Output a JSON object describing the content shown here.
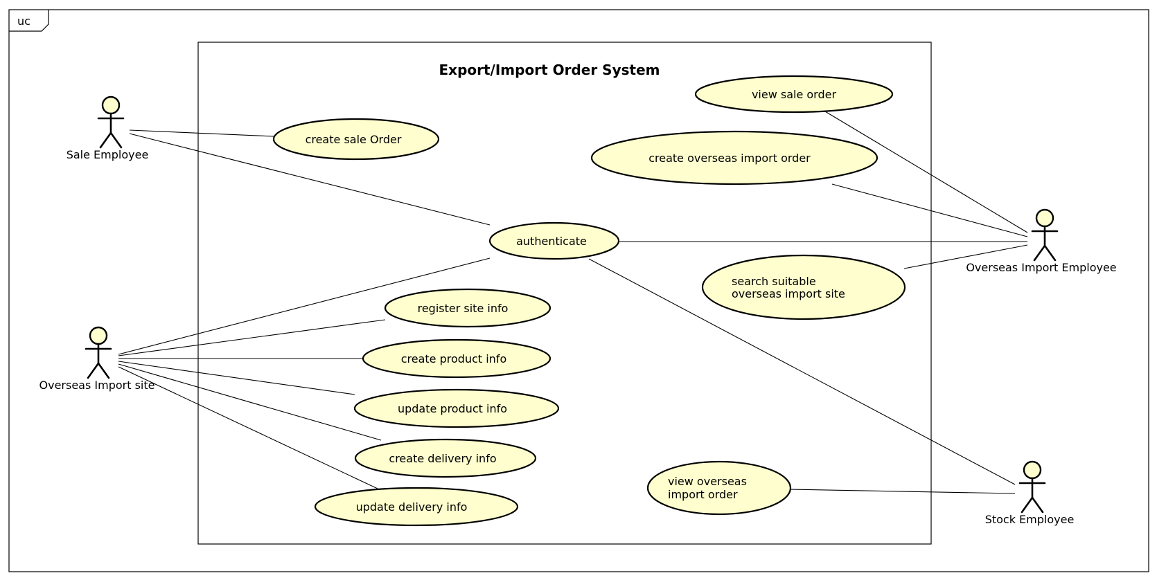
{
  "frame": {
    "tag": "uc"
  },
  "system": {
    "title": "Export/Import Order System"
  },
  "actors": {
    "sale_employee": "Sale Employee",
    "overseas_import_site": "Overseas Import site",
    "overseas_import_employee": "Overseas Import Employee",
    "stock_employee": "Stock Employee"
  },
  "use_cases": {
    "view_sale_order": "view sale order",
    "create_sale_order": "create sale Order",
    "create_overseas_import_order": "create overseas import order",
    "authenticate": "authenticate",
    "search_site_line1": "search suitable",
    "search_site_line2": "overseas import site",
    "register_site_info": "register site info",
    "create_product_info": "create product info",
    "update_product_info": "update product info",
    "create_delivery_info": "create delivery info",
    "update_delivery_info": "update delivery info",
    "view_overseas_line1": "view overseas",
    "view_overseas_line2": "import order"
  },
  "colors": {
    "use_case_fill": "#fefece",
    "stroke": "#000000"
  }
}
